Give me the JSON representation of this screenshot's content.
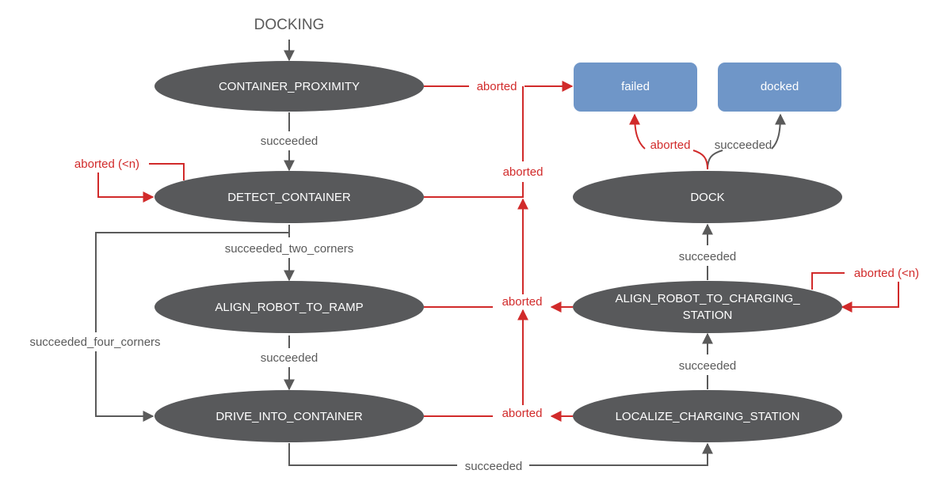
{
  "title": "DOCKING",
  "states": {
    "container_proximity": "CONTAINER_PROXIMITY",
    "detect_container": "DETECT_CONTAINER",
    "align_robot_to_ramp": "ALIGN_ROBOT_TO_RAMP",
    "drive_into_container": "DRIVE_INTO_CONTAINER",
    "localize_charging_station": "LOCALIZE_CHARGING_STATION",
    "align_robot_to_charging_station_line1": "ALIGN_ROBOT_TO_CHARGING_",
    "align_robot_to_charging_station_line2": "STATION",
    "dock": "DOCK"
  },
  "outcomes": {
    "failed": "failed",
    "docked": "docked"
  },
  "transitions": {
    "succeeded": "succeeded",
    "aborted": "aborted",
    "aborted_retry": "aborted (<n)",
    "succeeded_two_corners": "succeeded_two_corners",
    "succeeded_four_corners": "succeeded_four_corners"
  },
  "colors": {
    "state_fill": "#58595b",
    "outcome_fill": "#6f96c8",
    "success_edge": "#5a5a5a",
    "abort_edge": "#d12a2a"
  }
}
